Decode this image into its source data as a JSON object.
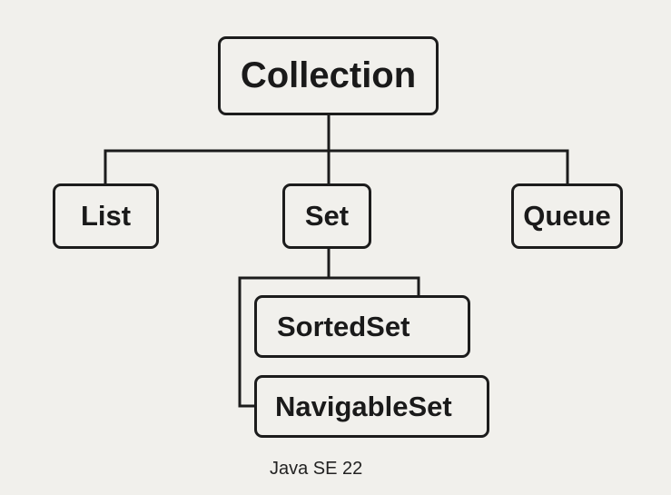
{
  "diagram": {
    "root": {
      "label": "Collection"
    },
    "children": [
      {
        "label": "List"
      },
      {
        "label": "Set"
      },
      {
        "label": "Queue"
      }
    ],
    "set_children": [
      {
        "label": "SortedSet"
      },
      {
        "label": "NavigableSet"
      }
    ]
  },
  "footer": {
    "caption": "Java SE 22"
  },
  "colors": {
    "background": "#f1f0ec",
    "stroke": "#1c1c1c",
    "text": "#1a1a1a"
  }
}
